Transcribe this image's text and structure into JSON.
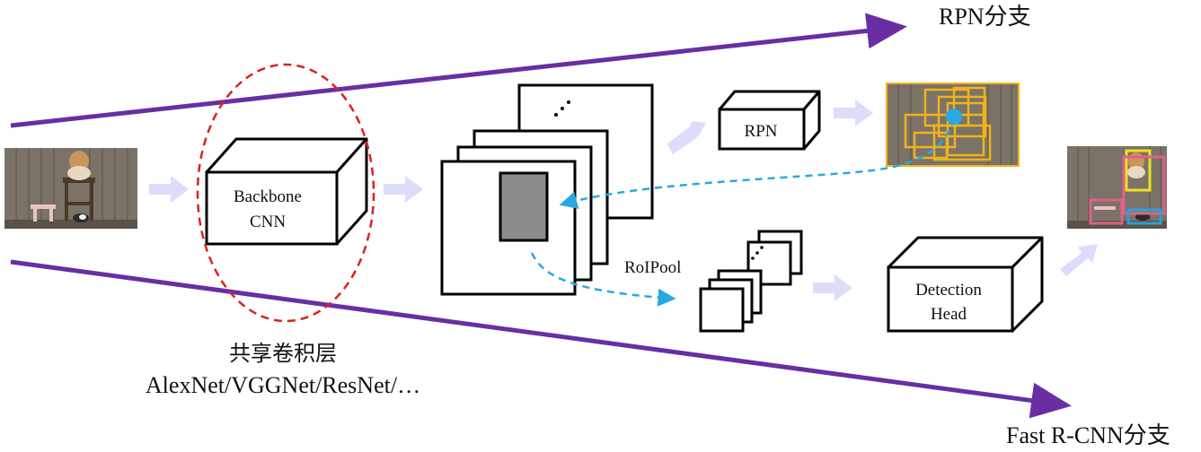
{
  "branches": {
    "rpn_branch": "RPN分支",
    "fast_rcnn_branch": "Fast R-CNN分支"
  },
  "backbone": {
    "line1": "Backbone",
    "line2": "CNN"
  },
  "shared_layers": {
    "title": "共享卷积层",
    "examples": "AlexNet/VGGNet/ResNet/…"
  },
  "rpn": {
    "label": "RPN"
  },
  "roi_pool": {
    "label": "RoIPool"
  },
  "detection_head": {
    "line1": "Detection",
    "line2": "Head"
  },
  "colors": {
    "branch_arrow": "#6a2ea3",
    "flow_arrow": "#dcdcfb",
    "dashed_arrow": "#28a9e0",
    "ellipse": "#e02020",
    "proposal_box": "#f2b21a",
    "det_yellow": "#f0e020",
    "det_pink": "#e0608a",
    "det_blue": "#2aa0dc",
    "roi_fill": "#8c8c8c"
  },
  "icons": [
    "input-image",
    "proposals-image",
    "detections-image",
    "ellipsis-dots"
  ]
}
